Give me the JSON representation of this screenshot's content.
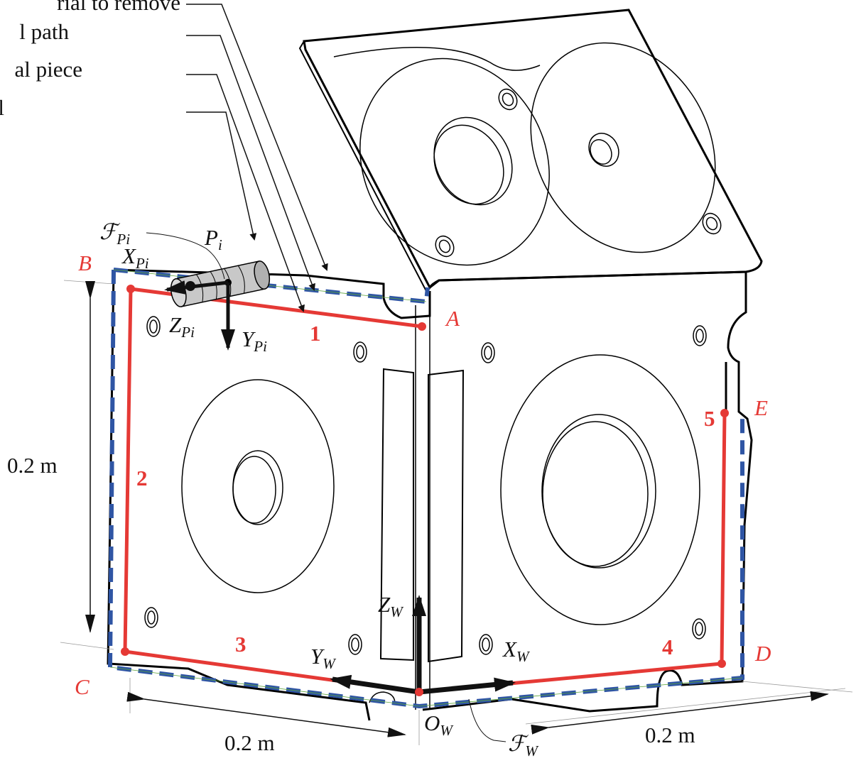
{
  "legend": {
    "item1": "rial to remove",
    "item2": "l path",
    "item3": "al piece",
    "item4": "l"
  },
  "points": {
    "A": "A",
    "B": "B",
    "C": "C",
    "D": "D",
    "E": "E"
  },
  "segments": [
    "1",
    "2",
    "3",
    "4",
    "5"
  ],
  "frames": {
    "tool_frame_symbol": "ℱ",
    "tool_frame_sub": "Pi",
    "tool_point": "P",
    "tool_point_sub": "i",
    "xp": "X",
    "xp_sub": "Pi",
    "yp": "Y",
    "yp_sub": "Pi",
    "zp": "Z",
    "zp_sub": "Pi",
    "world_frame_symbol": "ℱ",
    "world_frame_sub": "W",
    "origin": "O",
    "origin_sub": "W",
    "xw": "X",
    "xw_sub": "W",
    "yw": "Y",
    "yw_sub": "W",
    "zw": "Z",
    "zw_sub": "W"
  },
  "dimensions": {
    "vertical": "0.2 m",
    "bottom_left": "0.2 m",
    "bottom_right": "0.2 m"
  },
  "colors": {
    "path": "#e53935",
    "rough": "#2f55a4",
    "part": "#000000",
    "tool": "#c8c8c8"
  }
}
